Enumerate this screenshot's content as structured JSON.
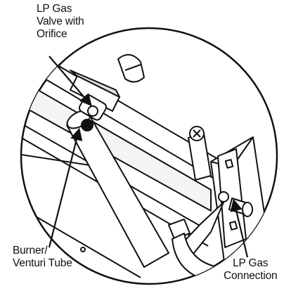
{
  "labels": {
    "valve": [
      "LP Gas",
      "Valve with",
      "Orifice"
    ],
    "burner": [
      "Burner/",
      "Venturi Tube"
    ],
    "connection": [
      "LP Gas",
      "Connection"
    ]
  },
  "colors": {
    "line": "#111111",
    "fill": "#ffffff",
    "shade": "#c8c8c8"
  }
}
